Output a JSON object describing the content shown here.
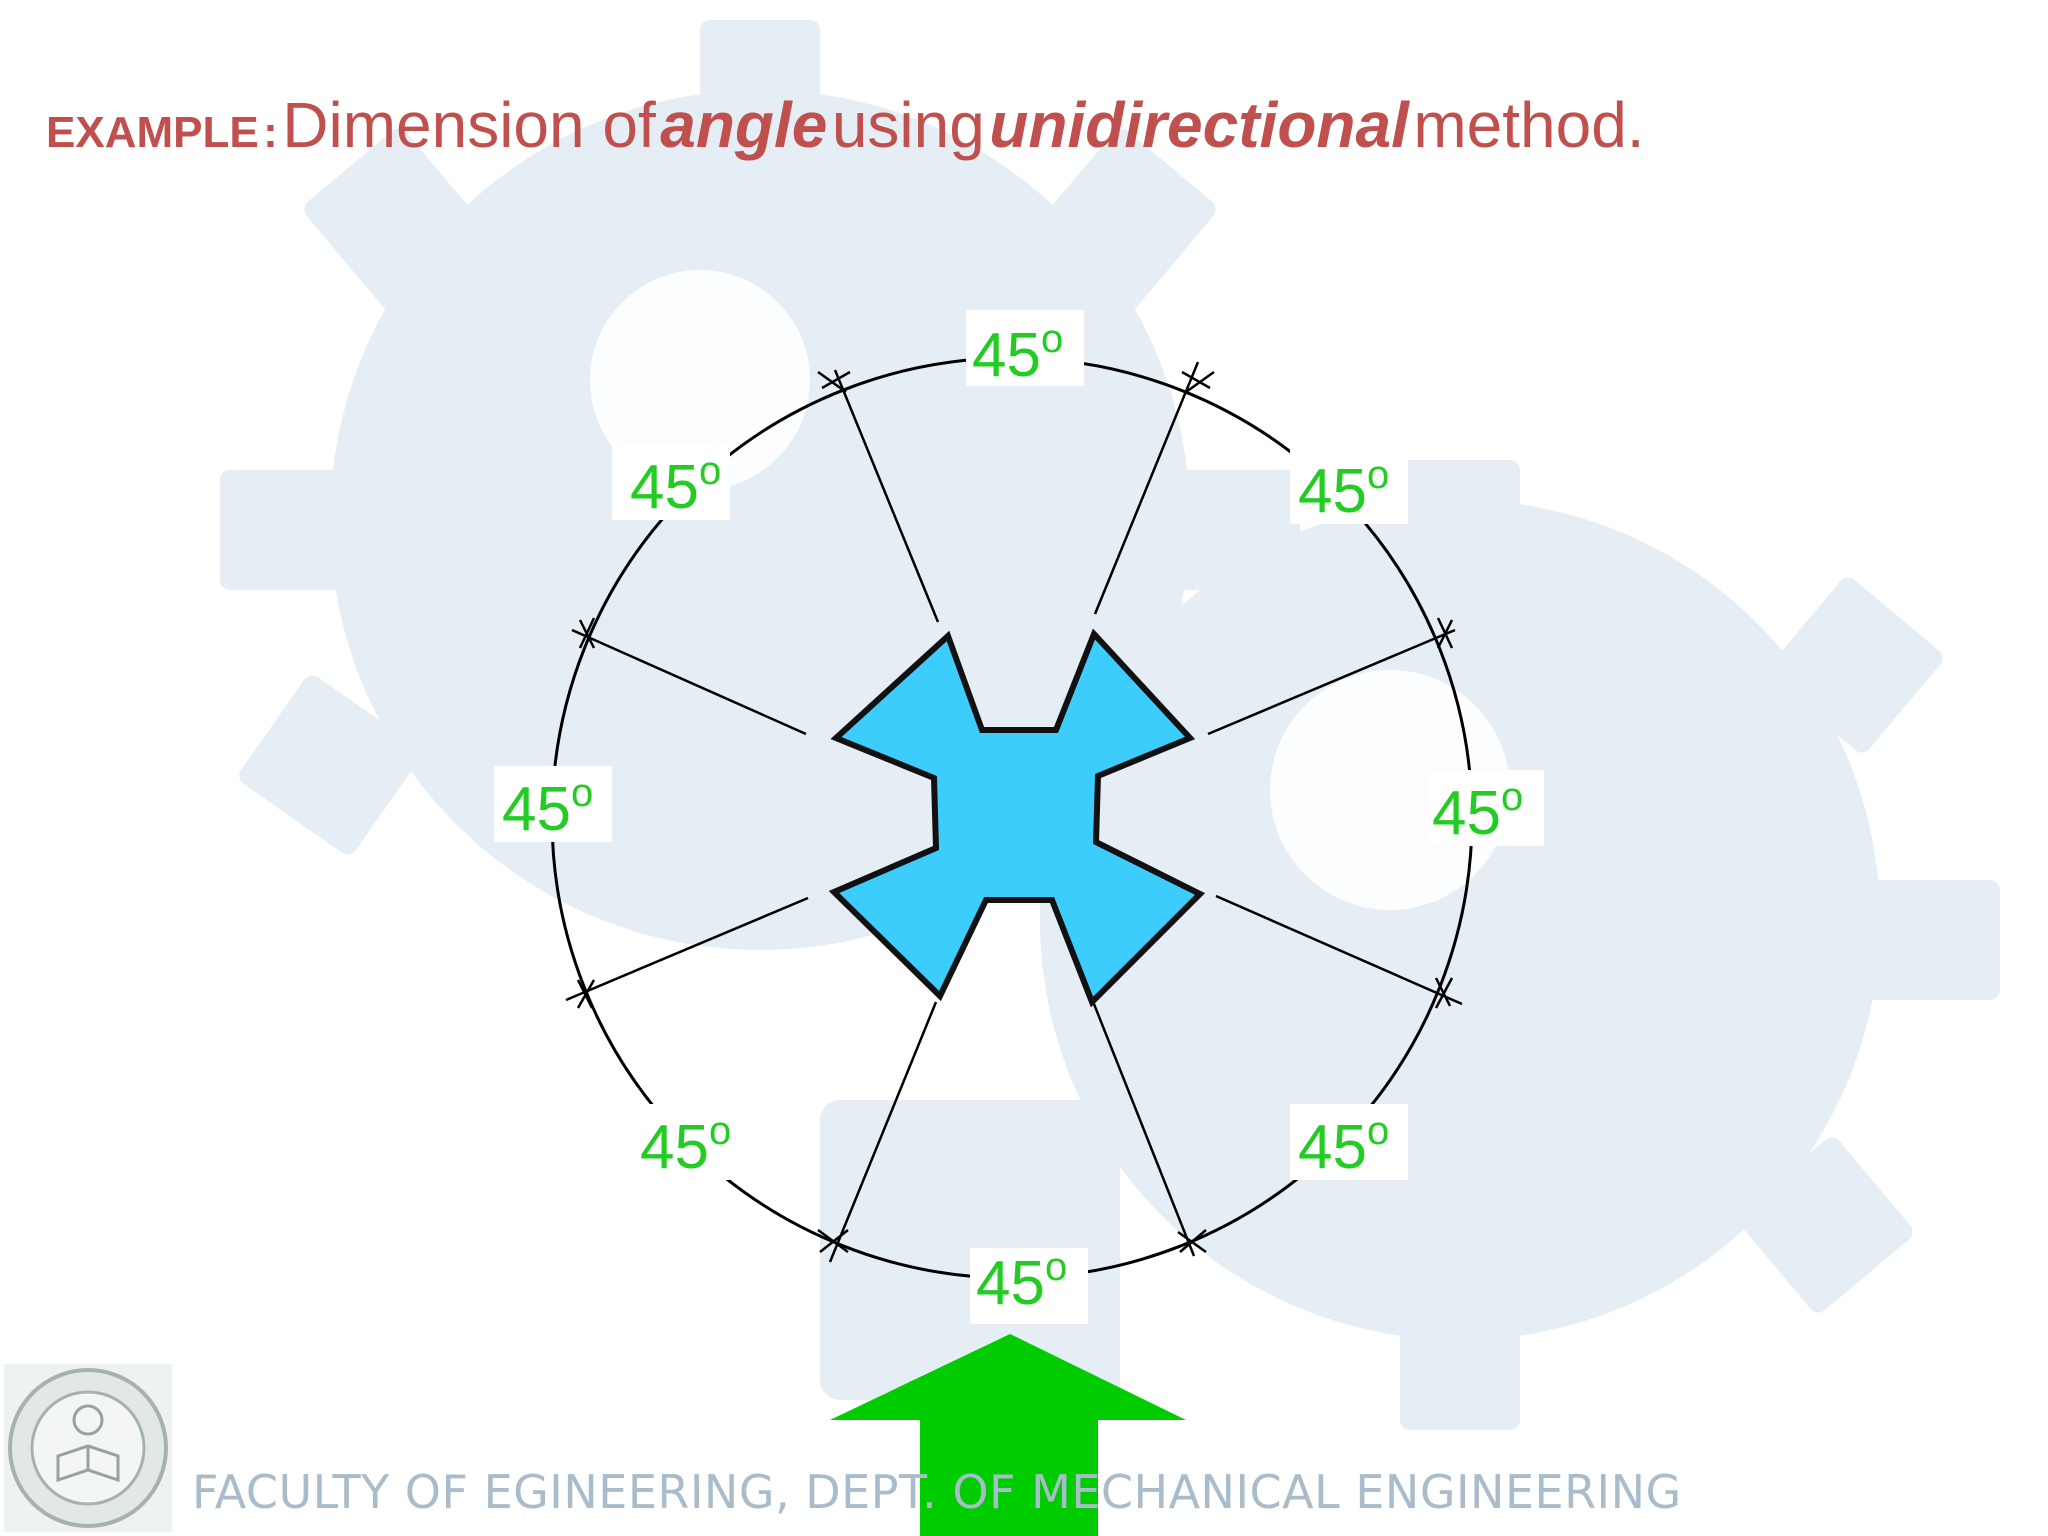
{
  "title": {
    "label": "EXAMPLE",
    "colon": ":",
    "part1": "Dimension of",
    "emphasis1": "angle",
    "part2": "using",
    "emphasis2": "unidirectional",
    "part3": "method."
  },
  "dimensions": [
    {
      "value": "45",
      "unit": "o"
    },
    {
      "value": "45",
      "unit": "o"
    },
    {
      "value": "45",
      "unit": "o"
    },
    {
      "value": "45",
      "unit": "o"
    },
    {
      "value": "45",
      "unit": "o"
    },
    {
      "value": "45",
      "unit": "o"
    },
    {
      "value": "45",
      "unit": "o"
    },
    {
      "value": "45",
      "unit": "o"
    }
  ],
  "footer": {
    "text": "FACULTY  OF EGINEERING, DEPT. OF MECHANICAL ENGINEERING"
  },
  "colors": {
    "title": "#c0504d",
    "dimension_text": "#22cc22",
    "shape_fill": "#3ccdfd",
    "arrow": "#00cc00",
    "watermark": "#dce7ef",
    "footer": "#a9bccb"
  },
  "icons": {
    "view_arrow": "up-arrow-icon",
    "seal": "university-seal-icon"
  }
}
